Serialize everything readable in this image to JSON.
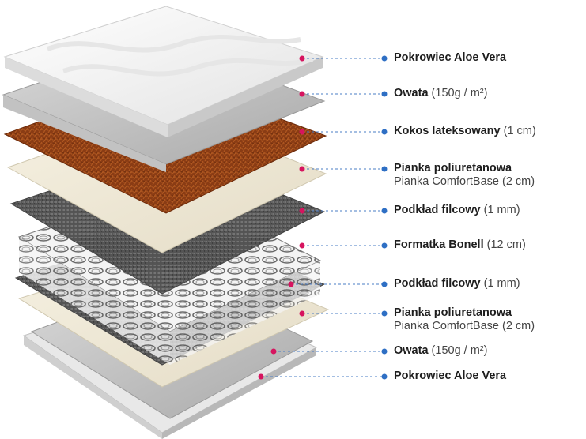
{
  "diagram": {
    "layers": [
      {
        "name": "Pokrowiec Aloe Vera",
        "detail": ""
      },
      {
        "name": "Owata",
        "detail": "(150g / m²)"
      },
      {
        "name": "Kokos lateksowany",
        "detail": "(1 cm)"
      },
      {
        "name": "Pianka poliuretanowa",
        "detail": "",
        "sub": "Pianka ComfortBase (2 cm)"
      },
      {
        "name": "Podkład filcowy",
        "detail": "(1 mm)"
      },
      {
        "name": "Formatka Bonell",
        "detail": "(12 cm)"
      },
      {
        "name": "Podkład filcowy",
        "detail": "(1 mm)"
      },
      {
        "name": "Pianka poliuretanowa",
        "detail": "",
        "sub": "Pianka ComfortBase (2 cm)"
      },
      {
        "name": "Owata",
        "detail": "(150g / m²)"
      },
      {
        "name": "Pokrowiec Aloe Vera",
        "detail": ""
      }
    ],
    "colors": {
      "marker_pink": "#d6145f",
      "leader_dot_blue": "#2e6fc4",
      "leader_line": "#4a7cc4"
    }
  }
}
